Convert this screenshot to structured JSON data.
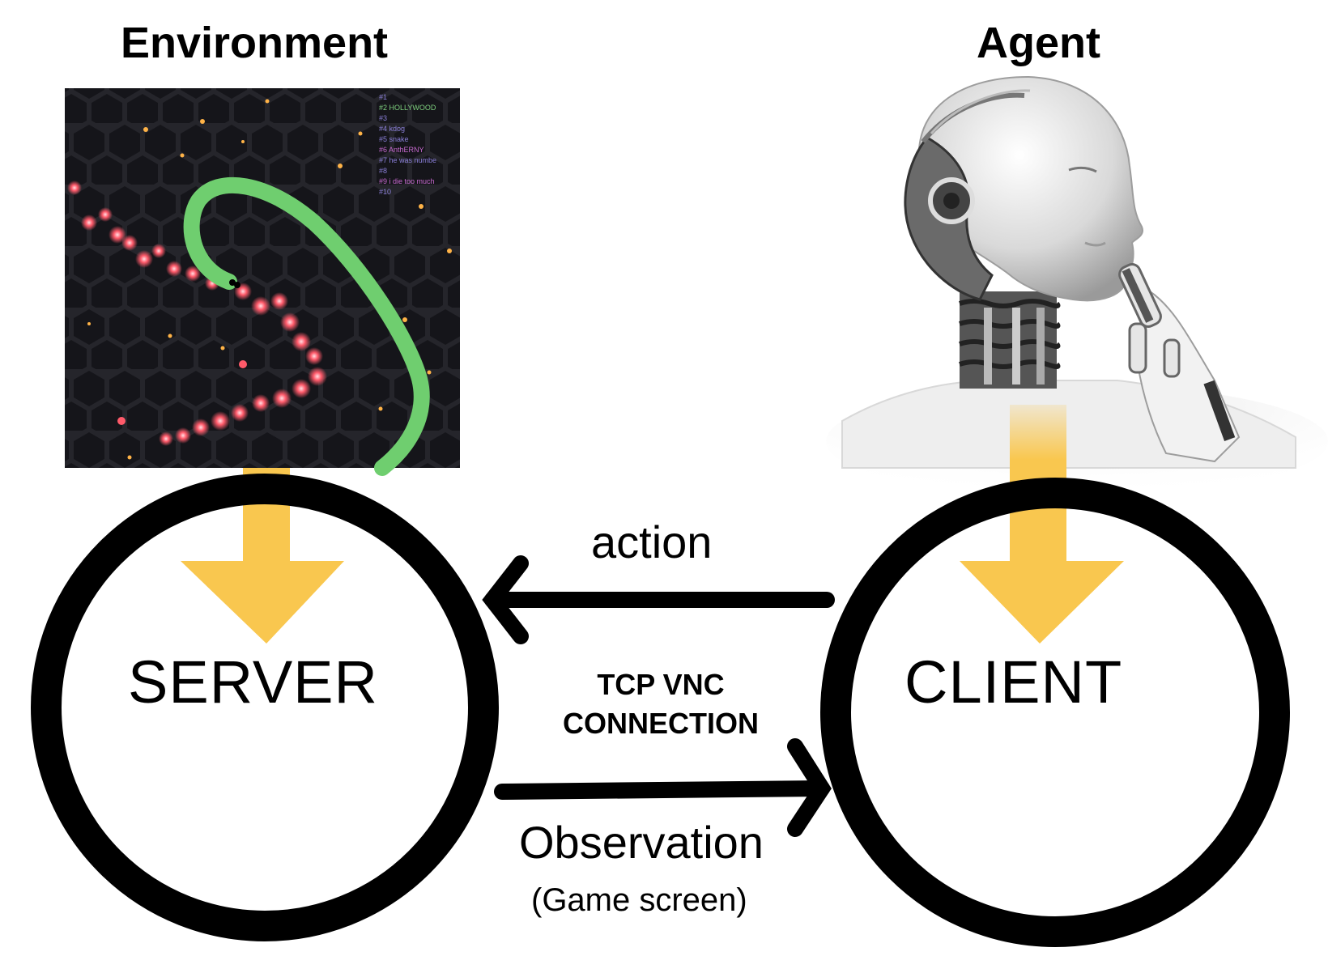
{
  "environment": {
    "title": "Environment",
    "game_leaderboard": [
      "#1",
      "#2  HOLLYWOOD",
      "#3",
      "#4  kdog",
      "#5  snake",
      "#6  AnthERNY",
      "#7  he was numbe",
      "#8",
      "#9  i die too much",
      "#10"
    ]
  },
  "agent": {
    "title": "Agent"
  },
  "server": {
    "label": "SERVER"
  },
  "client": {
    "label": "CLIENT"
  },
  "edges": {
    "action": "action",
    "connection_line1": "TCP VNC",
    "connection_line2": "CONNECTION",
    "observation": "Observation",
    "observation_note": "(Game screen)"
  },
  "colors": {
    "arrow_yellow": "#f9c74f",
    "game_bg": "#1f1f24",
    "snake_green": "#6fce6f",
    "food_red": "#ff5a6a"
  }
}
